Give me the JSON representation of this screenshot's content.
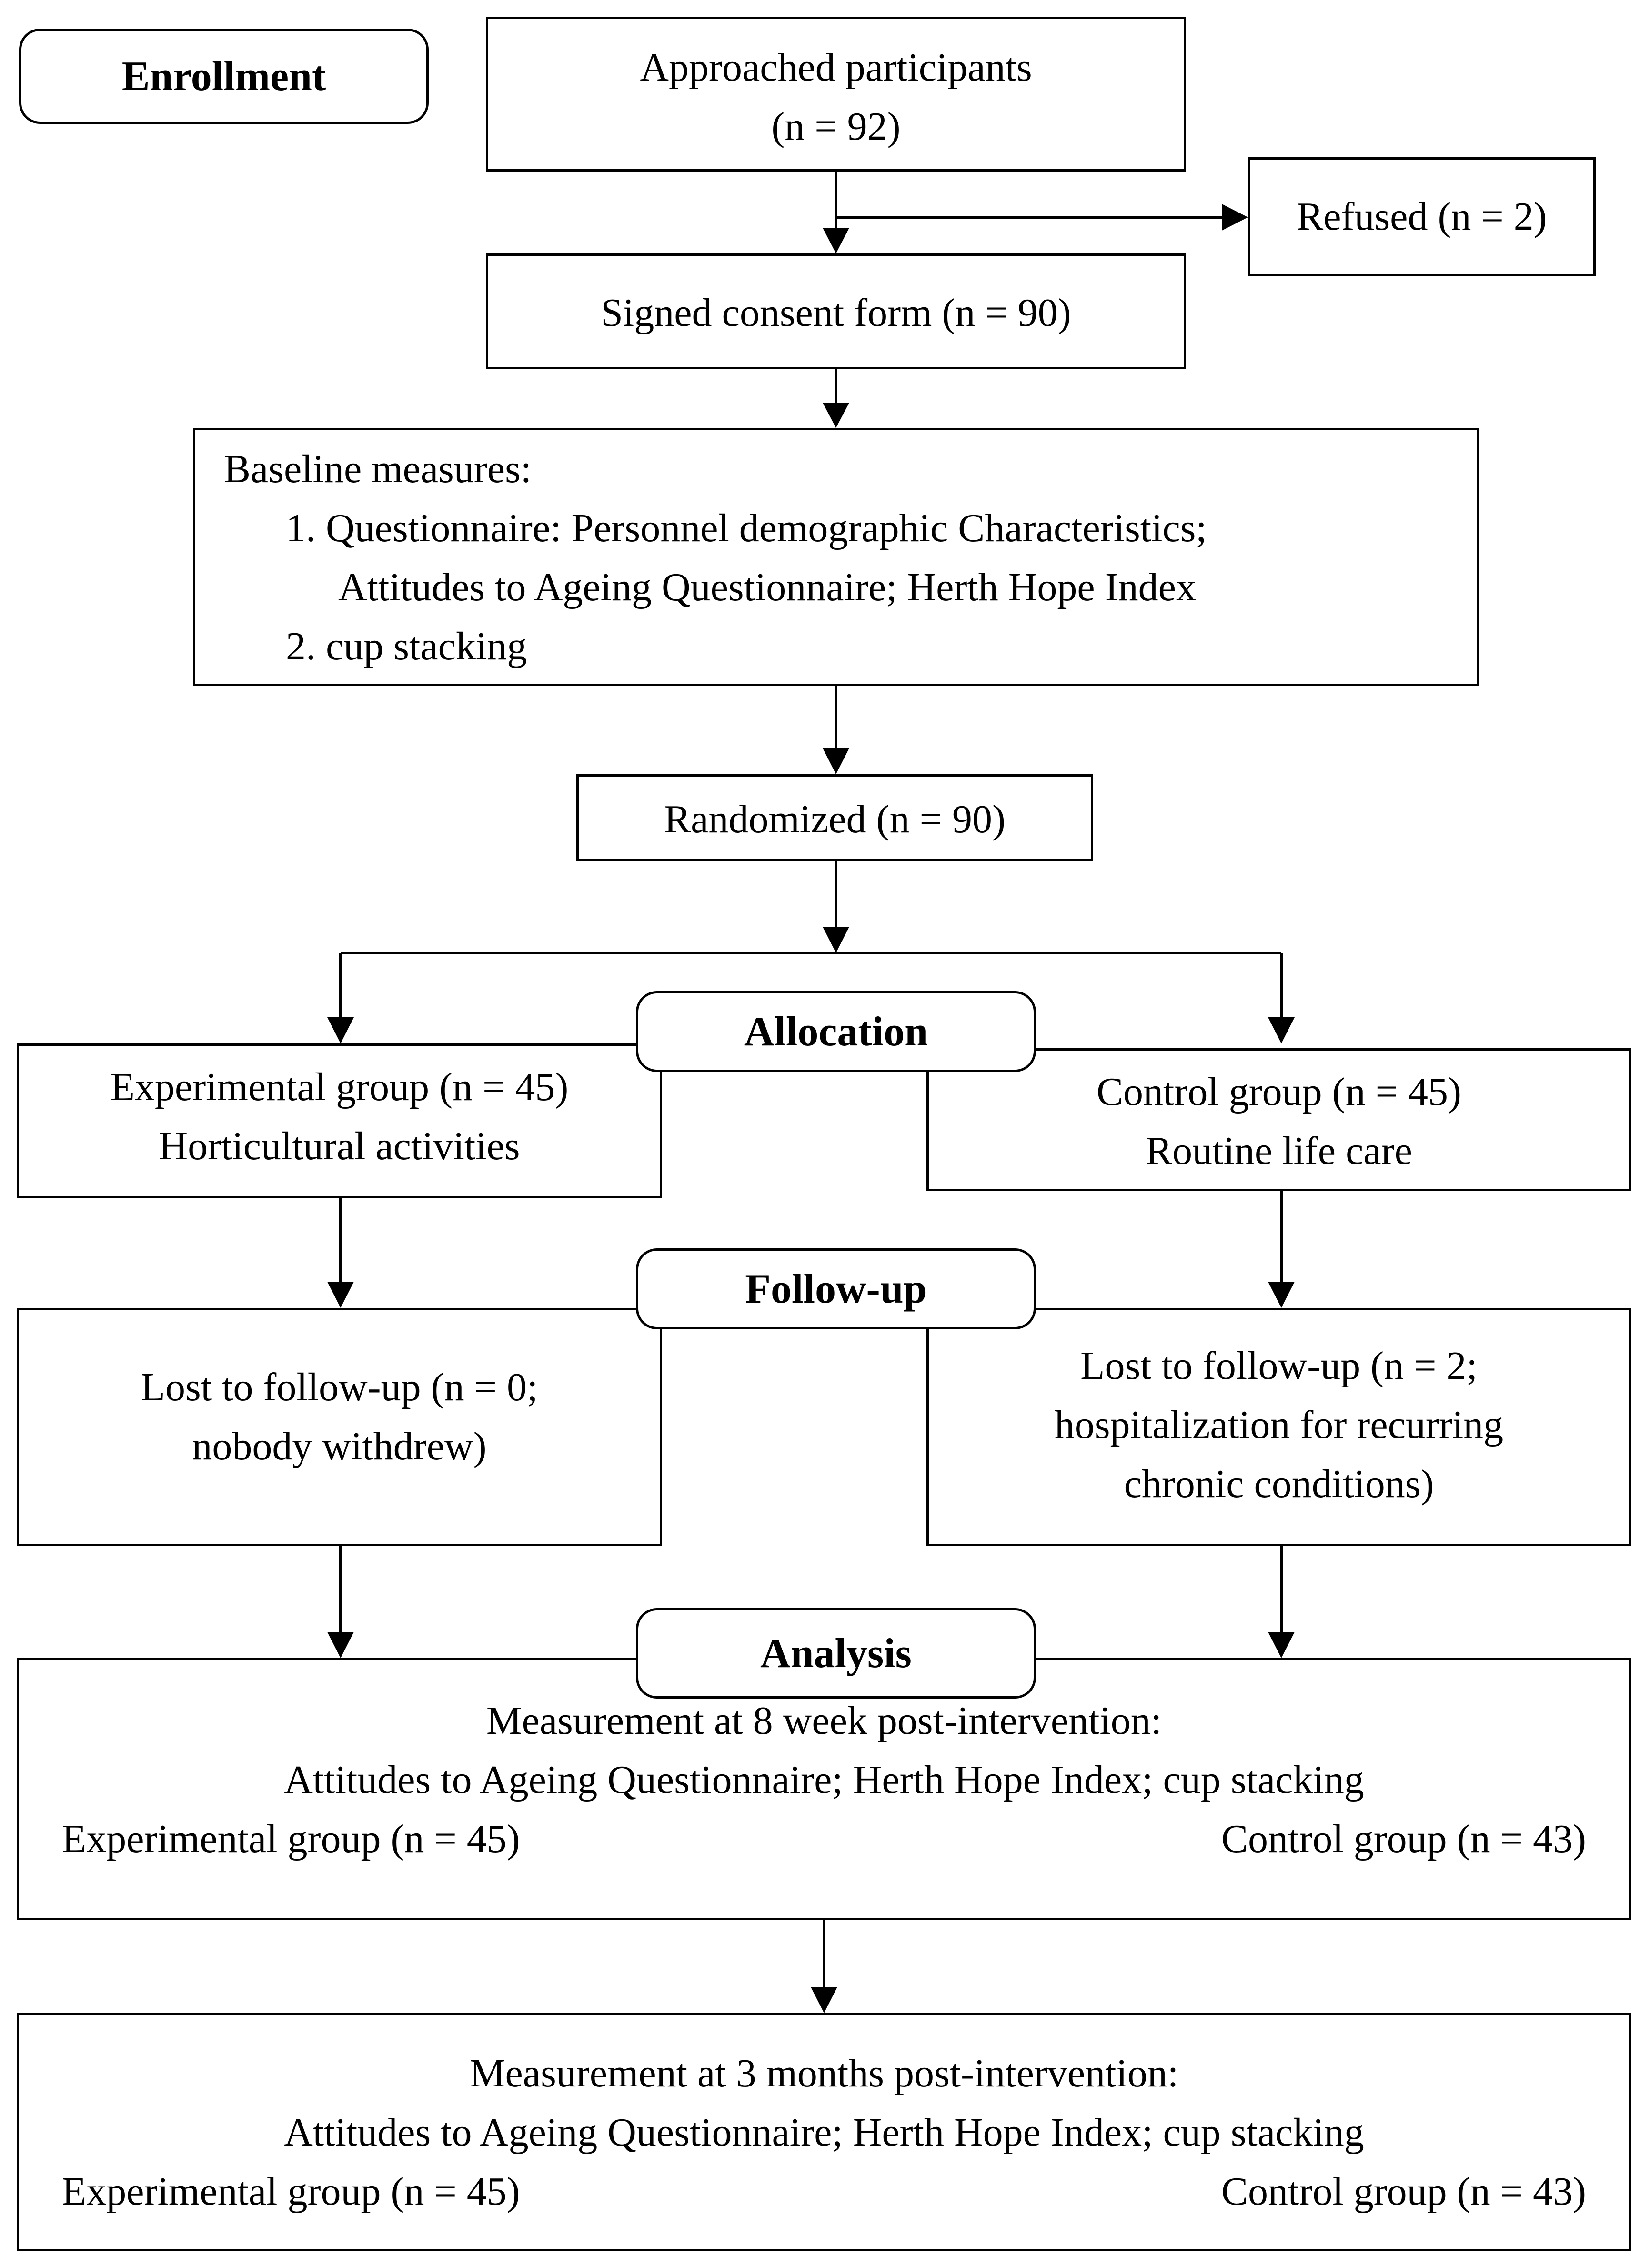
{
  "stages": {
    "enrollment": "Enrollment",
    "allocation": "Allocation",
    "follow_up": "Follow-up",
    "analysis": "Analysis"
  },
  "approached": {
    "line1": "Approached participants",
    "line2": "(n = 92)"
  },
  "refused": "Refused (n = 2)",
  "consent": "Signed consent form (n = 90)",
  "baseline": {
    "heading": "Baseline measures:",
    "item1_line1": "1. Questionnaire: Personnel demographic Characteristics;",
    "item1_line2": "Attitudes to Ageing Questionnaire; Herth Hope Index",
    "item2": "2. cup stacking"
  },
  "randomized": "Randomized (n = 90)",
  "experimental": {
    "line1": "Experimental group (n = 45)",
    "line2": "Horticultural activities"
  },
  "control": {
    "line1": "Control group (n = 45)",
    "line2": "Routine life care"
  },
  "lost_experimental": {
    "line1": "Lost to follow-up (n = 0;",
    "line2": "nobody withdrew)"
  },
  "lost_control": {
    "line1": "Lost to follow-up (n = 2;",
    "line2": "hospitalization for recurring",
    "line3": "chronic conditions)"
  },
  "measure_8wk": {
    "line1": "Measurement at 8 week post-intervention:",
    "line2": "Attitudes to Ageing Questionnaire; Herth Hope Index; cup stacking",
    "experimental": "Experimental group (n = 45)",
    "control": "Control group (n = 43)"
  },
  "measure_3mo": {
    "line1": "Measurement at 3 months post-intervention:",
    "line2": "Attitudes to Ageing Questionnaire; Herth Hope Index; cup stacking",
    "experimental": "Experimental group (n = 45)",
    "control": "Control group (n = 43)"
  }
}
